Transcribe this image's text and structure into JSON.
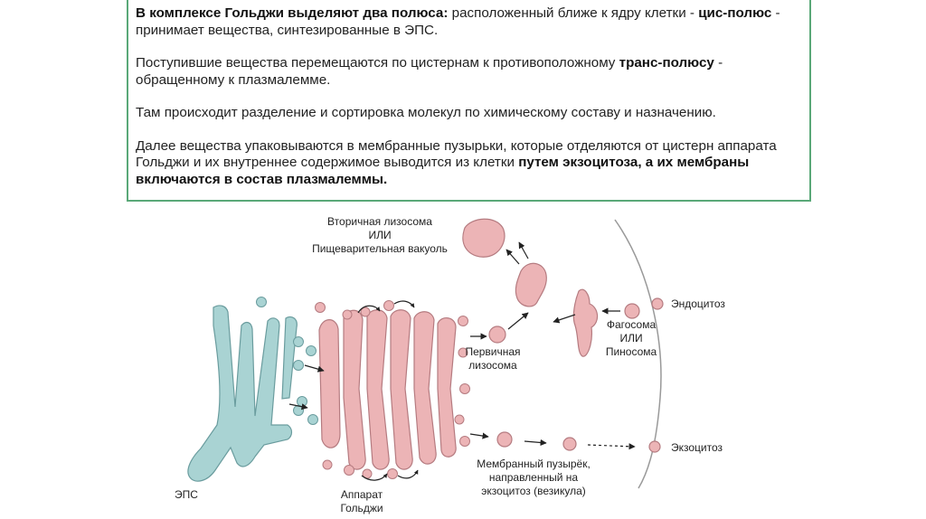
{
  "text": {
    "p1_bold": "В комплексе Гольджи выделяют два полюса:",
    "p1_a": " расположенный ближе к ядру клетки - ",
    "p1_cis": "цис-полюс",
    "p1_b": " - принимает вещества, синтезированные в ЭПС.",
    "p2_a": "Поступившие вещества перемещаются по цистернам к противоположному ",
    "p2_trans": "транс-полюсу",
    "p2_b": " - обращенному к плазмалемме.",
    "p3": "Там происходит разделение и сортировка молекул по химическому составу и назначению.",
    "p4_a": "Далее вещества упаковываются в мембранные пузырьки, которые отделяются от цистерн аппарата Гольджи и их внутреннее содержимое выводится из клетки ",
    "p4_bold": "путем экзоцитоза, а их мембраны включаются в состав плазмалеммы."
  },
  "labels": {
    "secondary_lysosome": [
      "Вторичная лизосома",
      "ИЛИ",
      "Пищеварительная вакуоль"
    ],
    "primary_lysosome": [
      "Первичная",
      "лизосома"
    ],
    "phagosome": [
      "Фагосома",
      "ИЛИ",
      "Пиносома"
    ],
    "endocytosis": "Эндоцитоз",
    "exocytosis": "Экзоцитоз",
    "vesicle": [
      "Мембранный пузырёк,",
      "направленный на",
      "экзоцитоз (везикула)"
    ],
    "er": "ЭПС",
    "golgi": [
      "Аппарат",
      "Гольджи"
    ]
  },
  "colors": {
    "border": "#5aa878",
    "er_fill": "#a9d3d3",
    "er_stroke": "#6a9c9e",
    "golgi_fill": "#ecb4b6",
    "golgi_stroke": "#b57b80",
    "membrane": "#999999"
  }
}
